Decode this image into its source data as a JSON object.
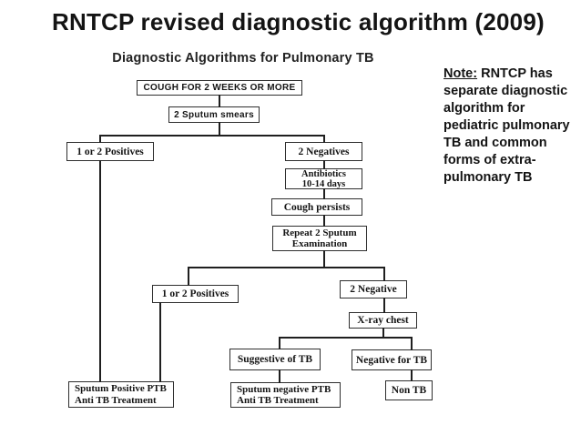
{
  "slide": {
    "title": "RNTCP revised diagnostic algorithm (2009)",
    "diagram_heading": "Diagnostic Algorithms for Pulmonary TB",
    "note": {
      "label": "Note:",
      "text": " RNTCP has separate diagnostic algorithm for pediatric pulmonary TB and common forms of extra-pulmonary TB"
    }
  },
  "flowchart": {
    "nodes": {
      "cough": "COUGH FOR 2 WEEKS OR MORE",
      "sputum_smears": "2 Sputum smears",
      "positives_first": "1 or 2 Positives",
      "negatives_first": "2 Negatives",
      "antibiotics_line1": "Antibiotics",
      "antibiotics_line2": "10-14 days",
      "cough_persists": "Cough persists",
      "repeat_line1": "Repeat 2 Sputum",
      "repeat_line2": "Examination",
      "positives_second": "1 or 2 Positives",
      "negative_second": "2 Negative",
      "xray_chest": "X-ray chest",
      "suggestive_tb": "Suggestive of TB",
      "negative_for_tb": "Negative for TB",
      "sputum_positive_line1": "Sputum Positive PTB",
      "sputum_positive_line2": "Anti TB Treatment",
      "sputum_negative_line1": "Sputum negative PTB",
      "sputum_negative_line2": "Anti TB Treatment",
      "non_tb": "Non TB"
    }
  },
  "colors": {
    "background": "#ffffff",
    "text": "#141414",
    "box_border": "#2e2e2e",
    "connector": "#1f1f1f"
  }
}
